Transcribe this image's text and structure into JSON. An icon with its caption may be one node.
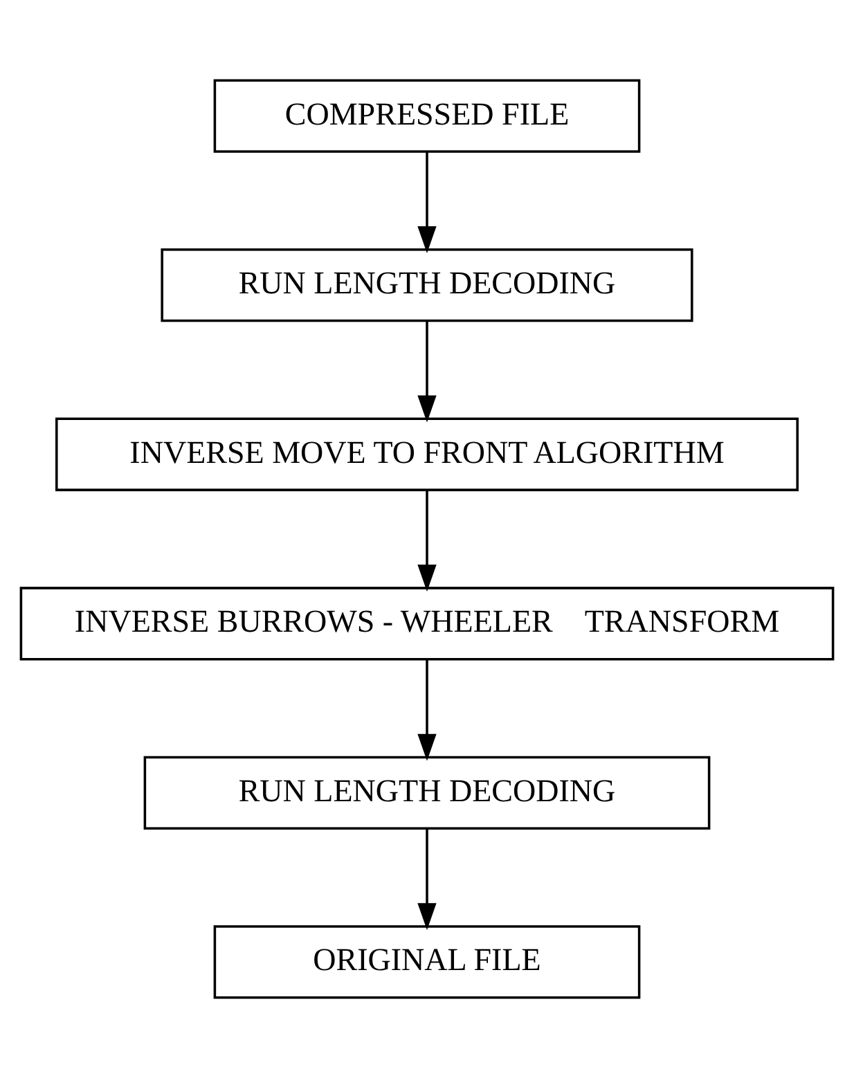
{
  "diagram": {
    "nodes": [
      {
        "text": [
          "COMPRESSED FILE"
        ]
      },
      {
        "text": [
          "RUN LENGTH DECODING"
        ]
      },
      {
        "text": [
          "INVERSE MOVE TO FRONT ALGORITHM"
        ]
      },
      {
        "text": [
          "INVERSE BURROWS - WHEELER    TRANSFORM"
        ]
      },
      {
        "text": [
          "RUN LENGTH DECODING"
        ]
      },
      {
        "text": [
          "ORIGINAL FILE"
        ]
      }
    ],
    "edges": [
      {
        "from": 0,
        "to": 1,
        "arrow": "to"
      },
      {
        "from": 1,
        "to": 2,
        "arrow": "to"
      },
      {
        "from": 2,
        "to": 3,
        "arrow": "to"
      },
      {
        "from": 3,
        "to": 4,
        "arrow": "to"
      },
      {
        "from": 4,
        "to": 5,
        "arrow": "to"
      }
    ]
  }
}
